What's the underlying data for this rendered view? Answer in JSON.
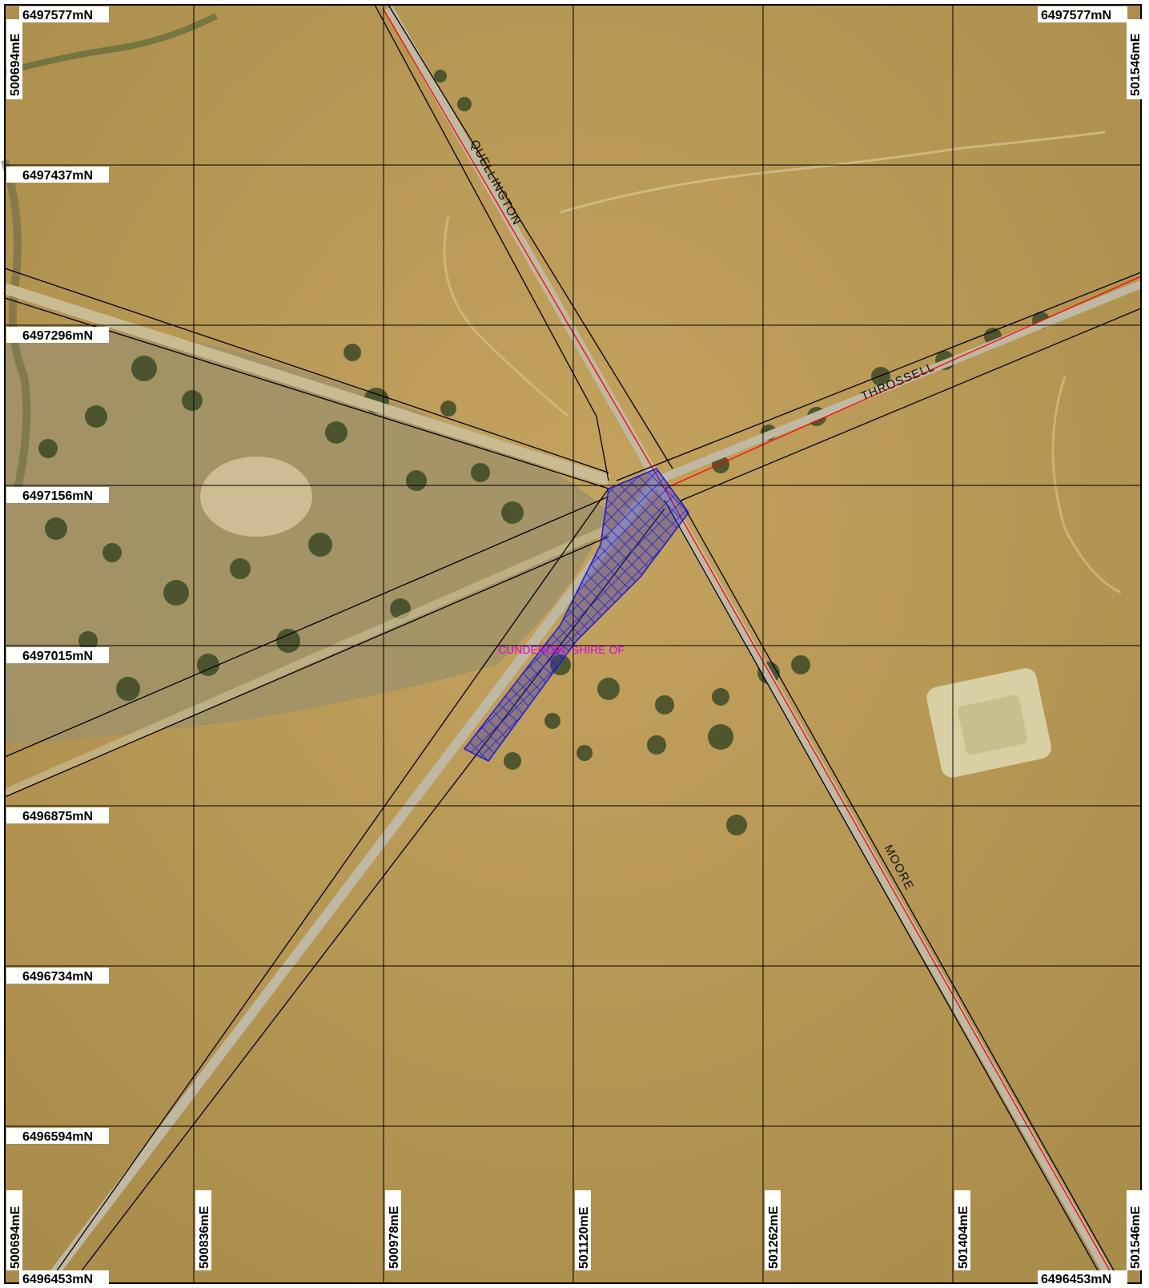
{
  "grid": {
    "northings": [
      "6497577mN",
      "6497437mN",
      "6497296mN",
      "6497156mN",
      "6497015mN",
      "6496875mN",
      "6496734mN",
      "6496594mN",
      "6496453mN"
    ],
    "eastings": [
      "500694mE",
      "500836mE",
      "500978mE",
      "501120mE",
      "501262mE",
      "501404mE",
      "501546mE"
    ]
  },
  "corner_labels": {
    "top_left_n": "6497577mN",
    "top_right_n": "6497577mN",
    "bottom_left_n": "6496453mN",
    "bottom_right_n": "6496453mN",
    "top_left_e": "500694mE",
    "top_right_e": "501546mE"
  },
  "road_names": {
    "quellington": "QUELLINGTON",
    "throssell": "THROSSELL",
    "moore": "MOORE"
  },
  "area_name": "CUNDERDIN, SHIRE OF",
  "colors": {
    "field": "#b99a55",
    "road_reserve": "#000000",
    "cadastral": "#ff0000",
    "hatch": "#2020e0",
    "area_label": "#e000e0"
  }
}
